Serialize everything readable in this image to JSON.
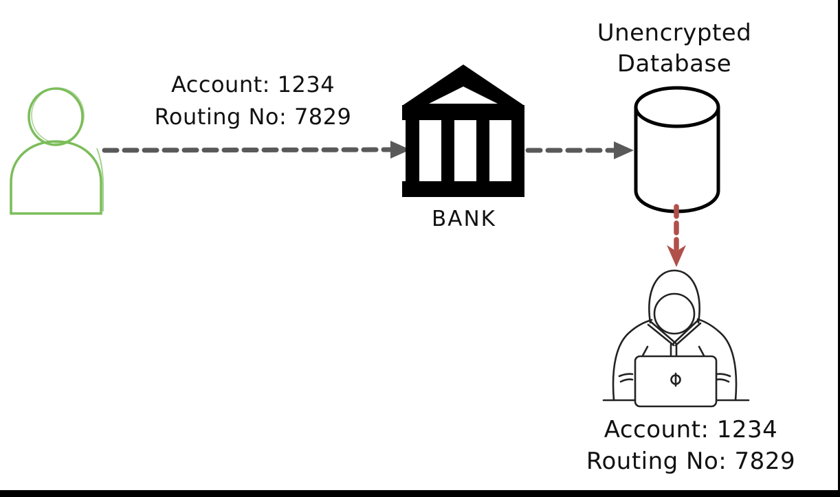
{
  "diagram": {
    "sender_message": {
      "line1": "Account: 1234",
      "line2": "Routing No: 7829"
    },
    "bank": {
      "label": "BANK"
    },
    "database": {
      "label_line1": "Unencrypted",
      "label_line2": "Database"
    },
    "leaked_message": {
      "line1": "Account: 1234",
      "line2": "Routing No: 7829"
    },
    "icons": [
      "user-icon",
      "bank-icon",
      "database-icon",
      "hacker-icon"
    ],
    "colors": {
      "background": "#ffffff",
      "arrow_gray": "#595959",
      "arrow_red": "#b0504a",
      "icon_black": "#000000",
      "sketch_stroke": "#222222",
      "person_stroke": "#7cbd5b",
      "person_fill_light": "#d8ecc9",
      "person_fill_dark": "#9fd37d",
      "border_black": "#000000"
    }
  }
}
